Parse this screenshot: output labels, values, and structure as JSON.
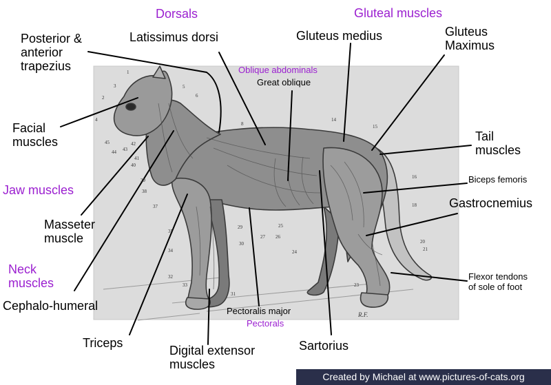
{
  "categories": {
    "dorsals": "Dorsals",
    "gluteal": "Gluteal muscles",
    "oblique": "Oblique abdominals",
    "jaw": "Jaw muscles",
    "neck_line1": "Neck",
    "neck_line2": "muscles",
    "pectorals": "Pectorals"
  },
  "labels": {
    "trapezius_line1": "Posterior &",
    "trapezius_line2": "anterior",
    "trapezius_line3": "trapezius",
    "latissimus": "Latissimus dorsi",
    "gluteus_medius": "Gluteus medius",
    "gluteus_max_line1": "Gluteus",
    "gluteus_max_line2": "Maximus",
    "great_oblique": "Great oblique",
    "facial_line1": "Facial",
    "facial_line2": "muscles",
    "tail_line1": "Tail",
    "tail_line2": "muscles",
    "biceps_femoris": "Biceps femoris",
    "gastrocnemius": "Gastrocnemius",
    "masseter_line1": "Masseter",
    "masseter_line2": "muscle",
    "flexor_line1": "Flexor tendons",
    "flexor_line2": "of sole of foot",
    "cephalo_humeral": "Cephalo-humeral",
    "pectoralis_major": "Pectoralis major",
    "triceps": "Triceps",
    "digital_line1": "Digital extensor",
    "digital_line2": "muscles",
    "sartorius": "Sartorius"
  },
  "plate_numbers": [
    "1",
    "2",
    "3",
    "4",
    "5",
    "6",
    "8",
    "14",
    "15",
    "16",
    "18",
    "20",
    "21",
    "23",
    "24",
    "25",
    "26",
    "27",
    "29",
    "30",
    "31",
    "32",
    "33",
    "34",
    "35",
    "37",
    "38",
    "39",
    "40",
    "41",
    "42",
    "43",
    "44",
    "45"
  ],
  "plate_signature": "R.F.",
  "credit": "Created by Michael at www.pictures-of-cats.org",
  "colors": {
    "category": "#9b1fd0",
    "text": "#000000",
    "plate_bg": "#dcdcdc",
    "credit_bg": "#2a2f4a",
    "credit_text": "#ffffff"
  }
}
